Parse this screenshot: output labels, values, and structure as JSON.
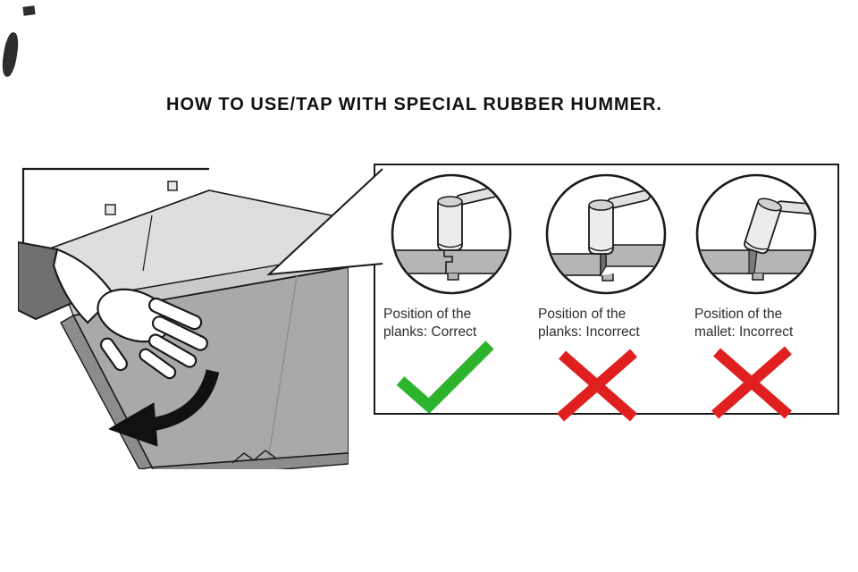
{
  "title": "HOW TO USE/TAP WITH SPECIAL RUBBER HUMMER.",
  "panel": {
    "items": [
      {
        "caption": "Position of the planks: Correct",
        "mark": "check"
      },
      {
        "caption": "Position of the planks: Incorrect",
        "mark": "cross"
      },
      {
        "caption": "Position of the mallet: Incorrect",
        "mark": "cross"
      }
    ]
  },
  "colors": {
    "check_green": "#2db42d",
    "cross_red": "#e01f1f",
    "plank_gray": "#b5b5b5",
    "ink": "#1a1a1a"
  }
}
